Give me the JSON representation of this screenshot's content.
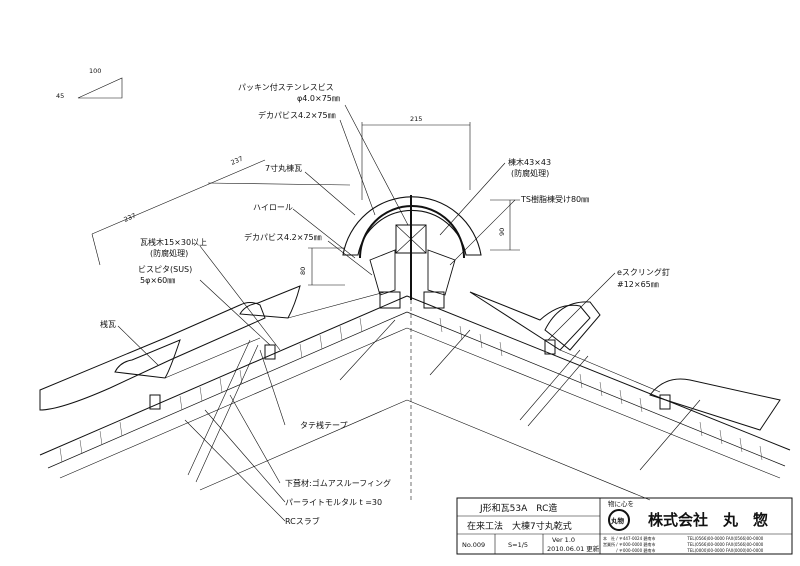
{
  "slope": {
    "run": "100",
    "rise": "45"
  },
  "labels": {
    "packing_screw": "パッキン付ステンレスビス",
    "packing_screw_size": "φ4.0×75㎜",
    "deca_screw_top": "デカパビス4.2×75㎜",
    "ridge_tile_7sun": "7寸丸棟瓦",
    "high_roll": "ハイロール",
    "deca_screw_left": "デカパビス4.2×75㎜",
    "batten": "瓦桟木15×30以上",
    "batten_treatment": "(防腐処理)",
    "bispita": "ビスピタ(SUS)",
    "bispita_size": "5φ×60㎜",
    "eaves_tile": "桟瓦",
    "tate_tape": "タテ桟テープ",
    "underlay": "下葺材:ゴムアスルーフィング",
    "perlite": "パーライトモルタル t =30",
    "rc_slab": "RCスラブ",
    "ridge_wood": "棟木43×43",
    "ridge_wood_treatment": "(防腐処理)",
    "ts_resin": "TS樹脂棟受け80㎜",
    "e_ring_nail": "eスクリング釘",
    "e_ring_nail_size": "#12×65㎜"
  },
  "dimensions": {
    "d237_upper": "237",
    "d237_lower": "237",
    "d215": "215",
    "d90": "90",
    "d80": "80"
  },
  "title_block": {
    "row1": "J形和瓦53A　RC造",
    "row2": "在来工法　大棟7寸丸乾式",
    "drawing_no": "No.009",
    "scale": "S=1/5",
    "version": "Ver 1.0",
    "date": "2010.06.01 更新",
    "logo_motto": "物に心を",
    "logo_mark": "丸物",
    "company": "株式会社　丸　惣",
    "address_lines": [
      "本　社 / 〒447-0024 碧南市　　　　　　　　TEL(0566)00-0000 FAX(0566)00-0000",
      "営業所 / 〒000-0000 碧南市　　　　　　　　TEL(0566)00-0000 FAX(0566)00-0000",
      "　　　 / 〒000-0000 碧南市　　　　　　　　TEL(0000)00-0000 FAX(0000)00-0000"
    ]
  }
}
